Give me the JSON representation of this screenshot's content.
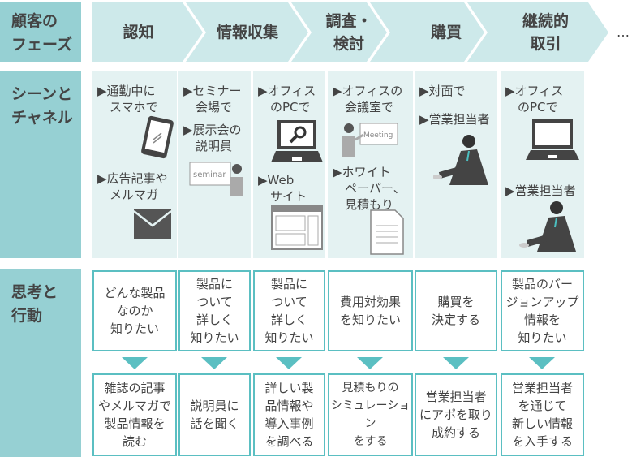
{
  "labels": {
    "phase": "顧客の\nフェーズ",
    "scene": "シーンと\nチャネル",
    "thought": "思考と\n行動"
  },
  "phases": [
    "認知",
    "情報収集",
    "調査・\n検討",
    "購買",
    "継続的\n取引"
  ],
  "ellipsis": "…",
  "scenes": [
    {
      "items": [
        "▶通勤中に\n　スマホで",
        "▶広告記事や\n　メルマガ"
      ]
    },
    {
      "items": [
        "▶セミナー\n　会場で",
        "▶展示会の\n　説明員"
      ]
    },
    {
      "items": [
        "▶オフィス\n　のPCで",
        "▶Web\n　サイト"
      ]
    },
    {
      "items": [
        "▶オフィスの\n　会議室で",
        "▶ホワイト\n　ペーパー、\n　見積もり"
      ]
    },
    {
      "items": [
        "▶対面で",
        "▶営業担当者"
      ]
    },
    {
      "items": [
        "▶オフィス\n　のPCで",
        "▶営業担当者"
      ]
    }
  ],
  "icon_text": {
    "seminar": "seminar",
    "meeting": "Meeting"
  },
  "thoughts": [
    "どんな製品\nなのか\n知りたい",
    "製品に\nついて\n詳しく\n知りたい",
    "製品に\nついて\n詳しく\n知りたい",
    "費用対効果\nを知りたい",
    "購買を\n決定する",
    "製品のバー\nジョンアップ\n情報を\n知りたい"
  ],
  "actions": [
    "雑誌の記事\nやメルマガで\n製品情報を\n読む",
    "説明員に\n話を聞く",
    "詳しい製\n品情報や\n導入事例\nを調べる",
    "見積もりの\nシミュレーション\nをする",
    "営業担当者\nにアポを取り\n成約する",
    "営業担当者\nを通じて\n新しい情報\nを入手する"
  ],
  "colors": {
    "label": "#96d0d3",
    "phase": "#cde9ea",
    "scene": "#e4f2f2",
    "accent": "#5bbfc2",
    "text": "#444444"
  }
}
